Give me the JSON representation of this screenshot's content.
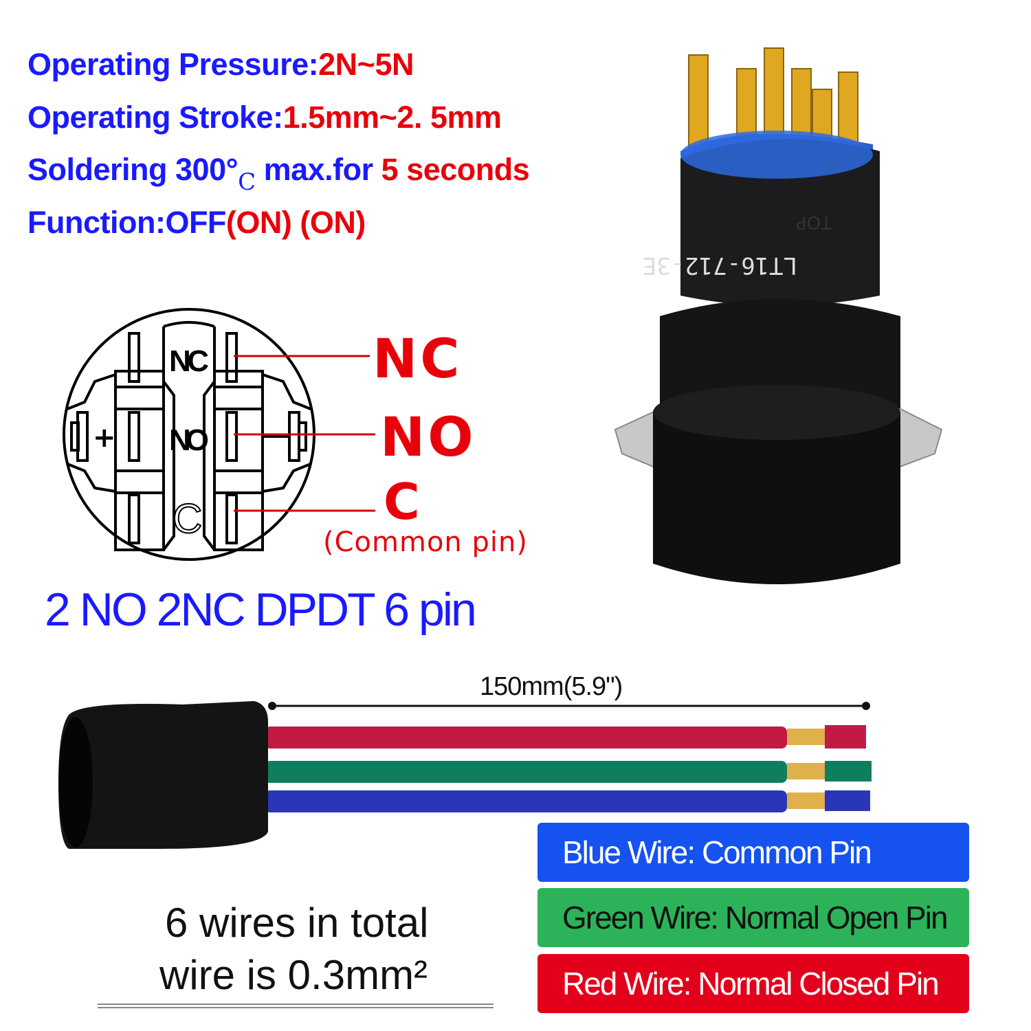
{
  "specs": {
    "pressure_label": "Operating Pressure:",
    "pressure_value": "2N~5N",
    "stroke_label": "Operating Stroke:",
    "stroke_value": "1.5mm~2. 5mm",
    "solder_label": "Soldering 300°",
    "solder_unit": "C",
    "solder_mid": " max.for ",
    "solder_value": "5 seconds",
    "function_label": "Function:OFF",
    "function_on1": "(ON)",
    "function_on2": "(ON)"
  },
  "diagram": {
    "inner_nc": "NC",
    "inner_no": "NO",
    "inner_c": "C",
    "inner_plus": "+",
    "label_nc": "NC",
    "label_no": "NO",
    "label_c": "C",
    "label_common": "(Common pin)"
  },
  "switch_type": "2 NO 2NC  DPDT   6 pin",
  "switch_marking": "LT16-712-3E",
  "switch_top_mark": "TOP",
  "wire": {
    "length": "150mm(5.9\")",
    "total": "6 wires in total",
    "gauge": "wire is 0.3mm²"
  },
  "legend": [
    {
      "text": "Blue  Wire: Common Pin",
      "color": "#1552f0"
    },
    {
      "text": "Green  Wire: Normal Open Pin",
      "color": "#2cb35a"
    },
    {
      "text": "Red  Wire: Normal Closed Pin",
      "color": "#e3001b"
    }
  ]
}
